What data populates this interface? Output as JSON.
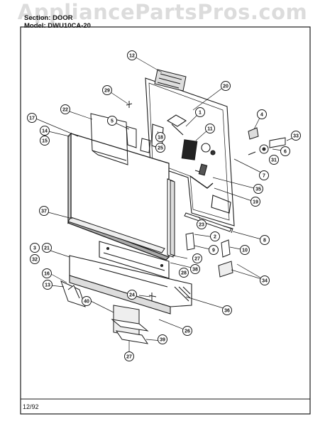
{
  "header": {
    "section_label": "Section: DOOR",
    "model_label": "Model: DWU10CA-20"
  },
  "watermark": "AppliancePartsPros.com",
  "footer": {
    "date": "12/92"
  },
  "callouts": [
    "12",
    "29",
    "20",
    "22",
    "5",
    "17",
    "1",
    "14",
    "15",
    "18",
    "11",
    "25",
    "4",
    "33",
    "6",
    "31",
    "7",
    "35",
    "19",
    "37",
    "23",
    "8",
    "2",
    "9",
    "10",
    "27",
    "3",
    "21",
    "32",
    "38",
    "28",
    "34",
    "16",
    "13",
    "24",
    "36",
    "40",
    "26",
    "39",
    "27"
  ],
  "colors": {
    "line": "#1a1a1a",
    "background": "#ffffff",
    "watermark": "#999999"
  }
}
